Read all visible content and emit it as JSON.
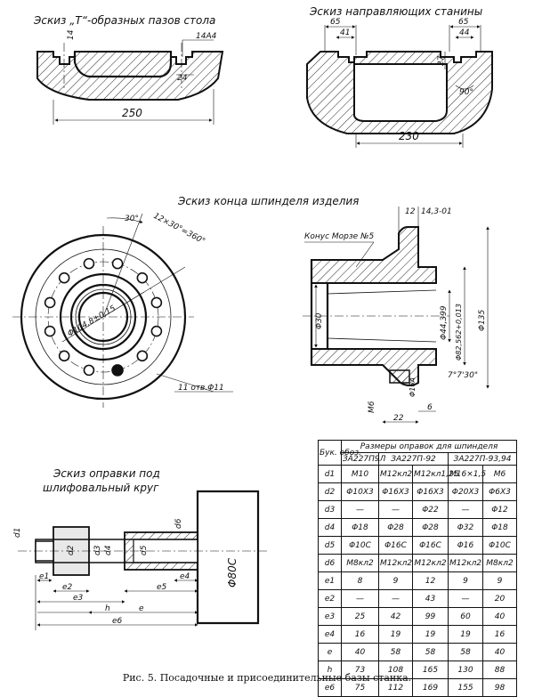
{
  "titles": {
    "t_slots": "Эскиз „T“-образных пазов стола",
    "guides": "Эскиз направляющих станины",
    "spindle": "Эскиз конца шпинделя изделия",
    "mandrel_line1": "Эскиз оправки под",
    "mandrel_line2": "шлифовальный круг",
    "cone": "Конус Морзе №5"
  },
  "dims": {
    "d14": "14",
    "d14A4": "14А4",
    "d24": "24",
    "d250": "250",
    "d65a": "65",
    "d41": "41",
    "d65b": "65",
    "d44": "44",
    "d27": "27",
    "d90": "90°",
    "d230": "230",
    "d30deg": "30°",
    "d12x30": "12×30°=360°",
    "d104": "Φ104,8±0,15",
    "holes": "11 отв.Φ11",
    "d12": "12",
    "d14301": "14,3-01",
    "phi30": "Φ30",
    "phi44": "Φ44,399",
    "phi82": "Φ82,562+0,013",
    "phi135": "Φ135",
    "phi16A": "Φ16А",
    "m6": "М6",
    "d6": "6",
    "d22": "22",
    "angle": "7°7'30\"",
    "phi80C": "Φ80С",
    "d6b": "d6",
    "d1": "d1",
    "d2": "d2",
    "d3": "d3",
    "d4": "d4",
    "d5": "d5",
    "e1": "e1",
    "e2": "e2",
    "e3": "e3",
    "e4": "e4",
    "e5": "e5",
    "e": "e",
    "h": "h",
    "e6": "e6"
  },
  "table": {
    "title": "Размеры оправок для шпинделя",
    "corner": "Бук. обоз.",
    "columns": [
      "ЗА227П9Л",
      "ЗА227П-92",
      "",
      "ЗА227П-93,94",
      ""
    ],
    "rows": [
      [
        "d1",
        "М10",
        "М12кл2",
        "М12кл1,25",
        "М16×1,5",
        "М6"
      ],
      [
        "d2",
        "Φ10Х3",
        "Φ16Х3",
        "Φ16Х3",
        "Φ20Х3",
        "Φ6Х3"
      ],
      [
        "d3",
        "—",
        "—",
        "Φ22",
        "—",
        "Φ12"
      ],
      [
        "d4",
        "Φ18",
        "Φ28",
        "Φ28",
        "Φ32",
        "Φ18"
      ],
      [
        "d5",
        "Φ10С",
        "Φ16С",
        "Φ16С",
        "Φ16",
        "Φ10С"
      ],
      [
        "d6",
        "М8кл2",
        "М12кл2",
        "М12кл2",
        "М12кл2",
        "М8кл2"
      ],
      [
        "e1",
        "8",
        "9",
        "12",
        "9",
        "9"
      ],
      [
        "e2",
        "—",
        "—",
        "43",
        "—",
        "20"
      ],
      [
        "e3",
        "25",
        "42",
        "99",
        "60",
        "40"
      ],
      [
        "e4",
        "16",
        "19",
        "19",
        "19",
        "16"
      ],
      [
        "e",
        "40",
        "58",
        "58",
        "58",
        "40"
      ],
      [
        "h",
        "73",
        "108",
        "165",
        "130",
        "88"
      ],
      [
        "e6",
        "75",
        "112",
        "169",
        "155",
        "98"
      ]
    ]
  },
  "caption": "Рис. 5. Посадочные и присоединительные базы станка."
}
